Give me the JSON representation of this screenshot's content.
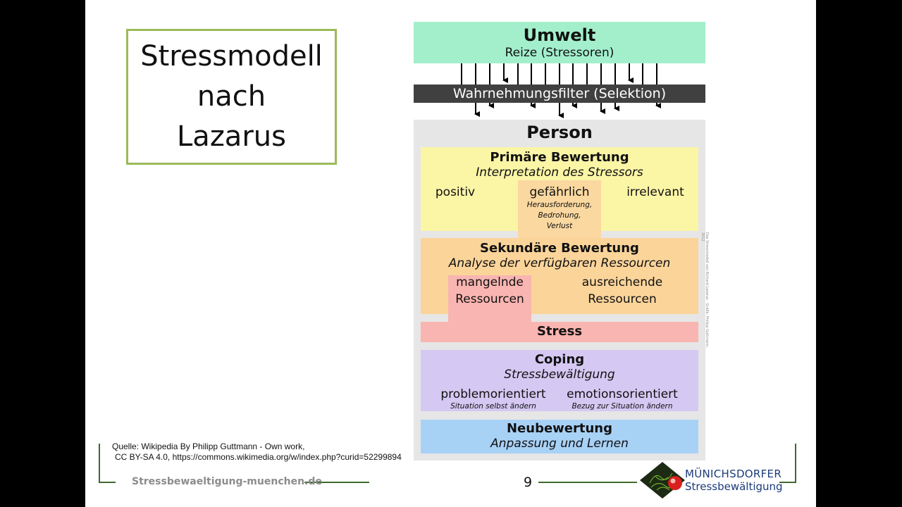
{
  "slide": {
    "title_lines": [
      "Stressmodell",
      "nach",
      "Lazarus"
    ],
    "page_number": "9",
    "footer_url": "Stressbewaeltigung-muenchen.de",
    "source_line1": "Quelle: Wikipedia By Philipp Guttmann - Own work,",
    "source_line2": "CC BY-SA 4.0, https://commons.wikimedia.org/w/index.php?curid=52299894",
    "logo_line1": "MÜNICHSDORFER",
    "logo_line2": "Stressbewältigung"
  },
  "diagram": {
    "umwelt_title": "Umwelt",
    "umwelt_sub": "Reize (Stressoren)",
    "filter_label": "Wahrnehmungsfilter (Selektion)",
    "person_title": "Person",
    "primary": {
      "title": "Primäre Bewertung",
      "subtitle": "Interpretation des Stressors",
      "positive": "positiv",
      "dangerous": "gefährlich",
      "dangerous_detail_1": "Herausforderung,",
      "dangerous_detail_2": "Bedrohung,",
      "dangerous_detail_3": "Verlust",
      "irrelevant": "irrelevant"
    },
    "secondary": {
      "title": "Sekundäre Bewertung",
      "subtitle": "Analyse der verfügbaren Ressourcen",
      "lacking_1": "mangelnde",
      "lacking_2": "Ressourcen",
      "sufficient_1": "ausreichende",
      "sufficient_2": "Ressourcen"
    },
    "stress_label": "Stress",
    "coping": {
      "title": "Coping",
      "subtitle": "Stressbewältigung",
      "problem": "problemorientiert",
      "problem_detail": "Situation selbst ändern",
      "emotion": "emotionsorientiert",
      "emotion_detail": "Bezug zur Situation ändern"
    },
    "reappraisal": {
      "title": "Neubewertung",
      "subtitle": "Anpassung und Lernen"
    },
    "side_note": "Das Stressmodell von Richard Lazarus · Grafik: Philipp Guttmann, 2012"
  },
  "colors": {
    "umwelt": "#a3efcc",
    "filter": "#404040",
    "person": "#e6e6e6",
    "primary": "#fbf5a6",
    "secondary": "#fbd49a",
    "stress": "#f9b5b1",
    "coping": "#d5c8f2",
    "reappraisal": "#a8d1f6",
    "accent_green": "#9bbb59"
  }
}
